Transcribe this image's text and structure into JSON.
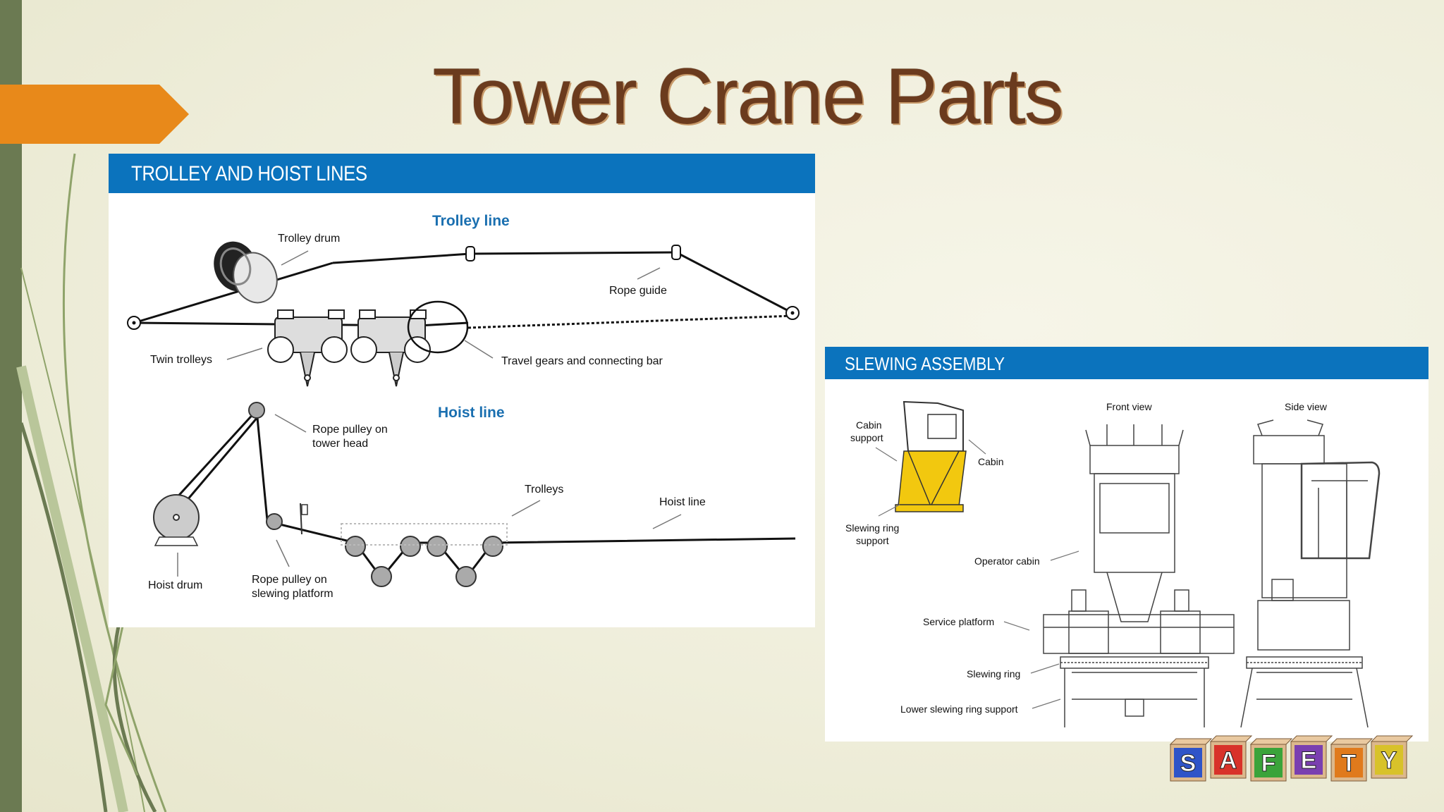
{
  "slide": {
    "title": "Tower Crane Parts"
  },
  "trolley_panel": {
    "header": "TROLLEY AND HOIST LINES",
    "trolley_line_heading": "Trolley line",
    "hoist_line_heading": "Hoist line",
    "labels": {
      "trolley_drum": "Trolley drum",
      "rope_guide": "Rope guide",
      "twin_trolleys": "Twin trolleys",
      "travel_gears": "Travel gears and connecting bar",
      "rope_pulley_tower_1": "Rope pulley on",
      "rope_pulley_tower_2": "tower head",
      "trolleys": "Trolleys",
      "hoist_line": "Hoist line",
      "hoist_drum": "Hoist drum",
      "rope_pulley_slewing_1": "Rope pulley on",
      "rope_pulley_slewing_2": "slewing platform"
    }
  },
  "slewing_panel": {
    "header": "SLEWING ASSEMBLY",
    "labels": {
      "front_view": "Front view",
      "side_view": "Side view",
      "cabin_support_1": "Cabin",
      "cabin_support_2": "support",
      "cabin": "Cabin",
      "slewing_ring_support_1": "Slewing ring",
      "slewing_ring_support_2": "support",
      "operator_cabin": "Operator cabin",
      "service_platform": "Service platform",
      "slewing_ring": "Slewing ring",
      "lower_slewing_ring_support": "Lower slewing ring support"
    }
  },
  "safety_blocks": {
    "letters": [
      "S",
      "A",
      "F",
      "E",
      "T",
      "Y"
    ],
    "colors": [
      "#2f54c8",
      "#d8322a",
      "#3aa33a",
      "#7a3fb0",
      "#e07a1c",
      "#d8c22a"
    ]
  },
  "colors": {
    "header_blue": "#0b73bd",
    "heading_blue": "#1a6fb0",
    "title_brown": "#6b3b1e",
    "accent_orange": "#e8891a",
    "side_green": "#6b7a52",
    "cabin_yellow": "#f2c80f"
  }
}
